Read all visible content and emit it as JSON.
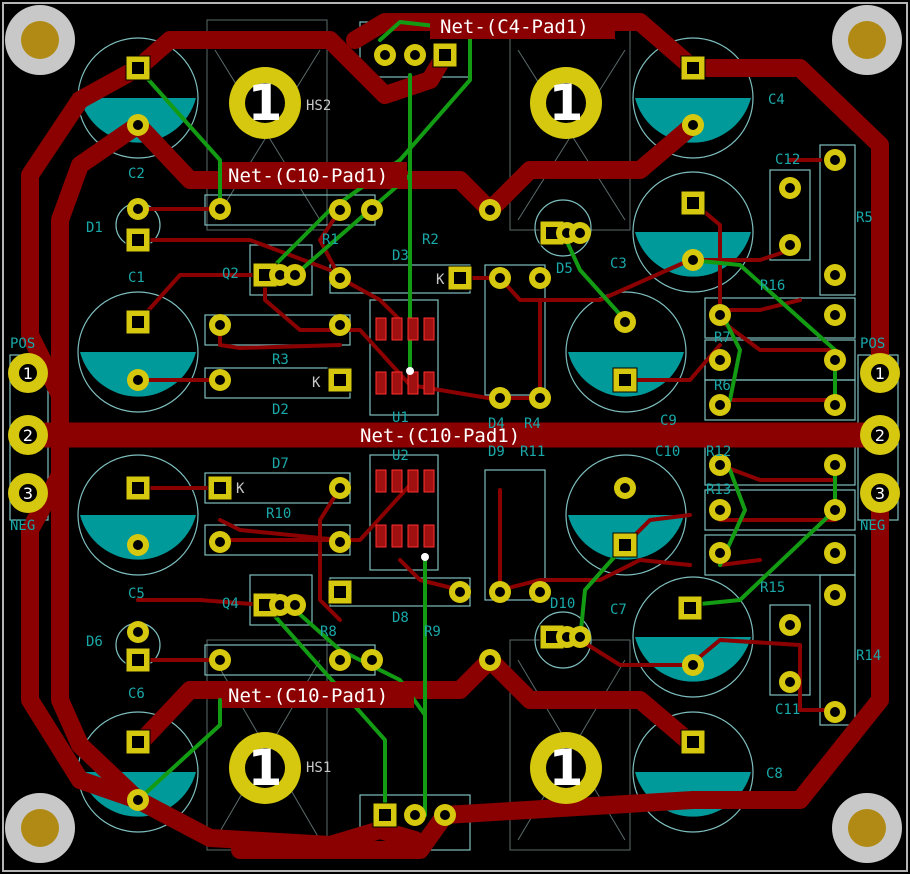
{
  "board": {
    "net_labels": {
      "top": "Net-(C4-Pad1)",
      "mid_upper": "Net-(C10-Pad1)",
      "center": "Net-(C10-Pad1)",
      "mid_lower": "Net-(C10-Pad1)"
    },
    "heatsinks": {
      "hs2": "HS2",
      "hs1": "HS1",
      "pin_label": "1"
    },
    "connector": {
      "pin1": "1",
      "pin2": "2",
      "pin3": "3",
      "left_top": "POS",
      "left_bottom": "NEG",
      "right_top": "POS",
      "right_bottom": "NEG"
    },
    "refs": {
      "C1": "C1",
      "C2": "C2",
      "C3": "C3",
      "C4": "C4",
      "C5": "C5",
      "C6": "C6",
      "C7": "C7",
      "C8": "C8",
      "C9": "C9",
      "C10": "C10",
      "C11": "C11",
      "C12": "C12",
      "D1": "D1",
      "D2": "D2",
      "D3": "D3",
      "D4": "D4",
      "D5": "D5",
      "D6": "D6",
      "D7": "D7",
      "D8": "D8",
      "D9": "D9",
      "D10": "D10",
      "Q2": "Q2",
      "Q4": "Q4",
      "R1": "R1",
      "R2": "R2",
      "R3": "R3",
      "R4": "R4",
      "R5": "R5",
      "R6": "R6",
      "R7": "R7",
      "R8": "R8",
      "R9": "R9",
      "R10": "R10",
      "R11": "R11",
      "R12": "R12",
      "R13": "R13",
      "R14": "R14",
      "R15": "R15",
      "R16": "R16",
      "U1": "U1",
      "U2": "U2",
      "K": "K"
    },
    "colors": {
      "copper_red": "#8b0000",
      "copper_green": "#149b14",
      "pad_yellow": "#d6c80e",
      "silk_cyan": "#1aa8a8",
      "mounting": "#c8c8c8",
      "mounting_ring": "#b08a14"
    }
  }
}
